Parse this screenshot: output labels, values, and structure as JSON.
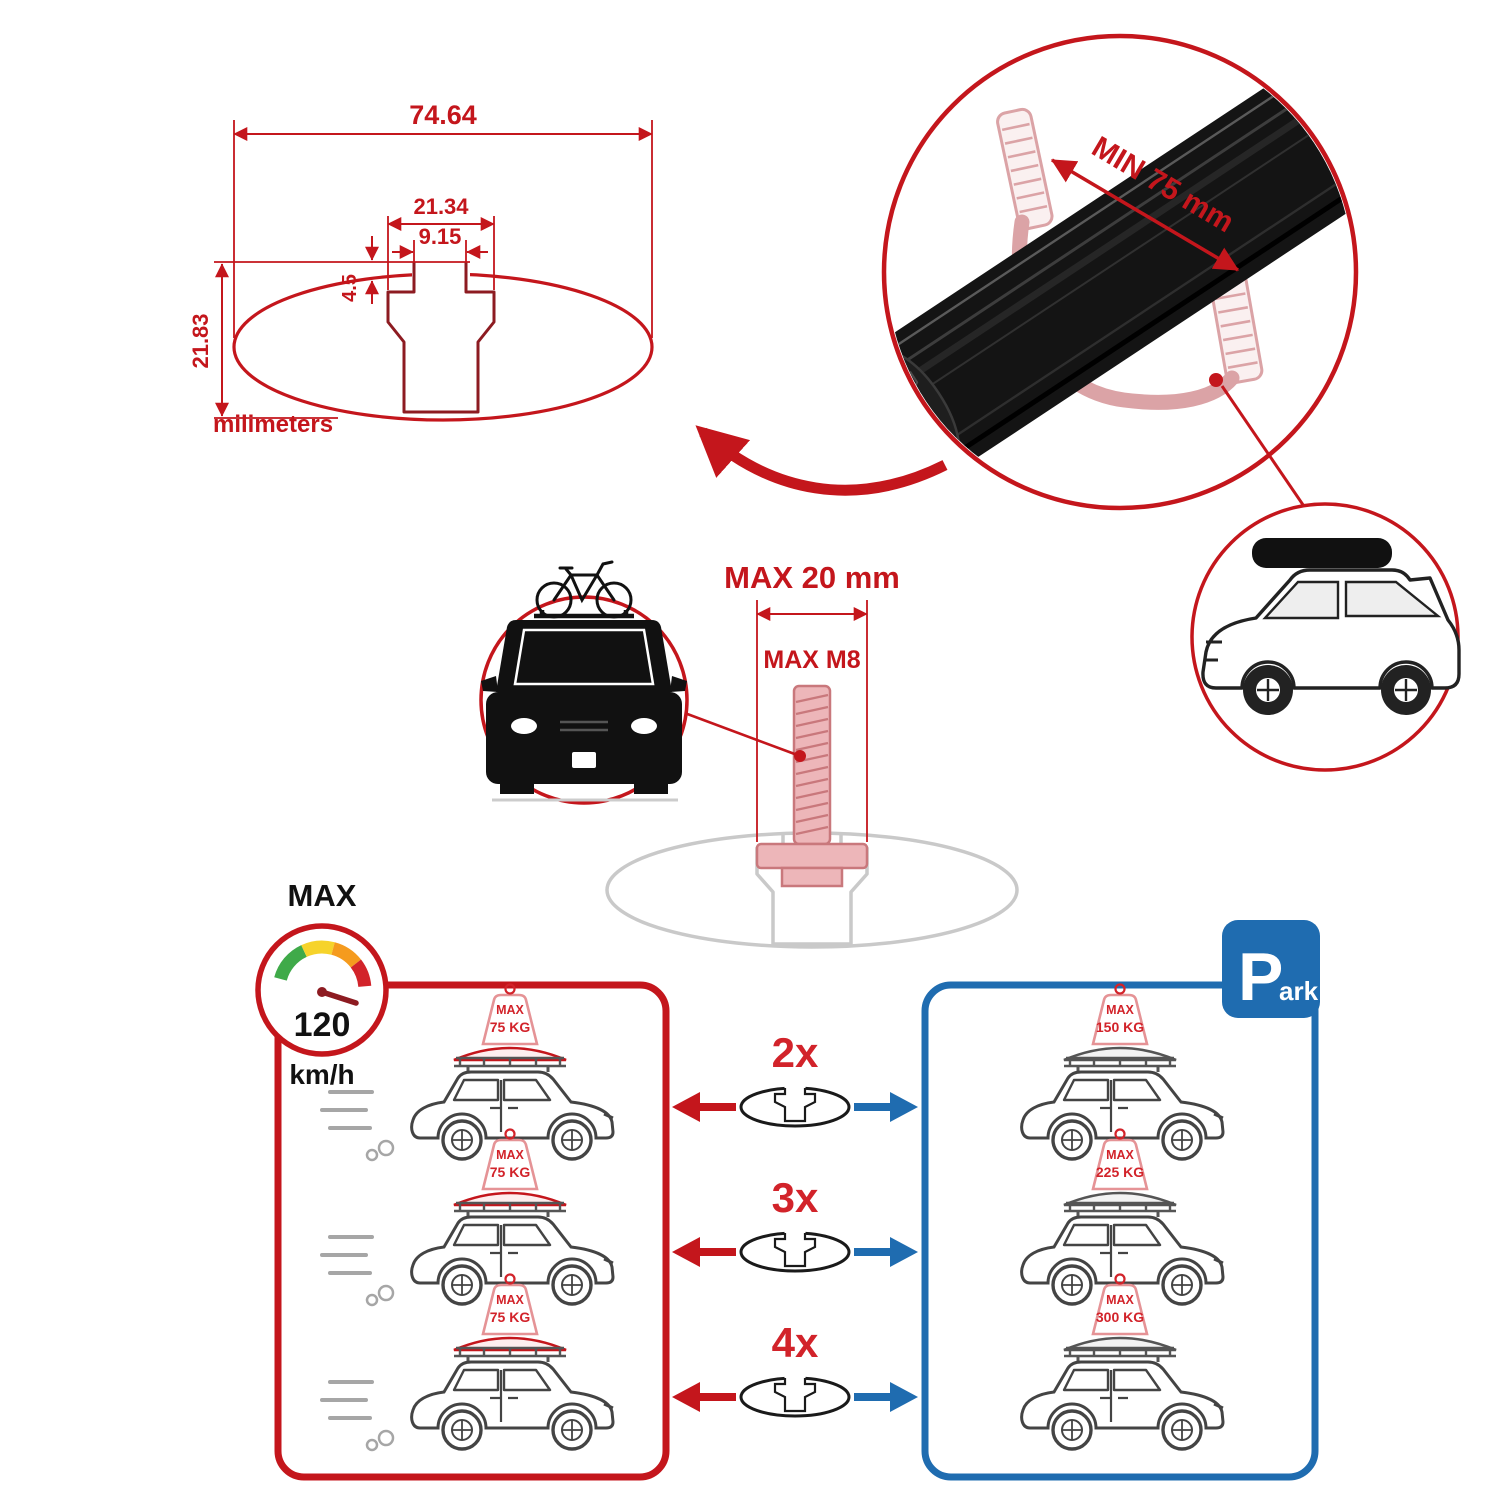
{
  "colors": {
    "red": "#c4161c",
    "dark_red": "#8d1b21",
    "badge_red": "#d2232a",
    "blue": "#1f6cb0",
    "pink": "#dba3a6",
    "ghost_gray": "#c9c9c9",
    "bar_black": "#141414"
  },
  "profile": {
    "dim_total_width": "74.64",
    "dim_channel_width": "21.34",
    "dim_slot_width": "9.15",
    "dim_lip_depth": "4.5",
    "dim_height": "21.83",
    "units_label": "milimeters"
  },
  "bar_detail": {
    "min_span_label": "MIN 75 mm"
  },
  "bolt_detail": {
    "max_width_label": "MAX 20 mm",
    "max_thread_label": "MAX M8"
  },
  "speed_limit": {
    "title": "MAX",
    "value": "120",
    "unit": "km/h"
  },
  "park_sign": {
    "letter": "P",
    "suffix": "ark"
  },
  "rows": [
    {
      "multiplier": "2x",
      "drive_max": "MAX",
      "drive_load": "75 KG",
      "park_max": "MAX",
      "park_load": "150 KG"
    },
    {
      "multiplier": "3x",
      "drive_max": "MAX",
      "drive_load": "75 KG",
      "park_max": "MAX",
      "park_load": "225 KG"
    },
    {
      "multiplier": "4x",
      "drive_max": "MAX",
      "drive_load": "75 KG",
      "park_max": "MAX",
      "park_load": "300 KG"
    }
  ]
}
